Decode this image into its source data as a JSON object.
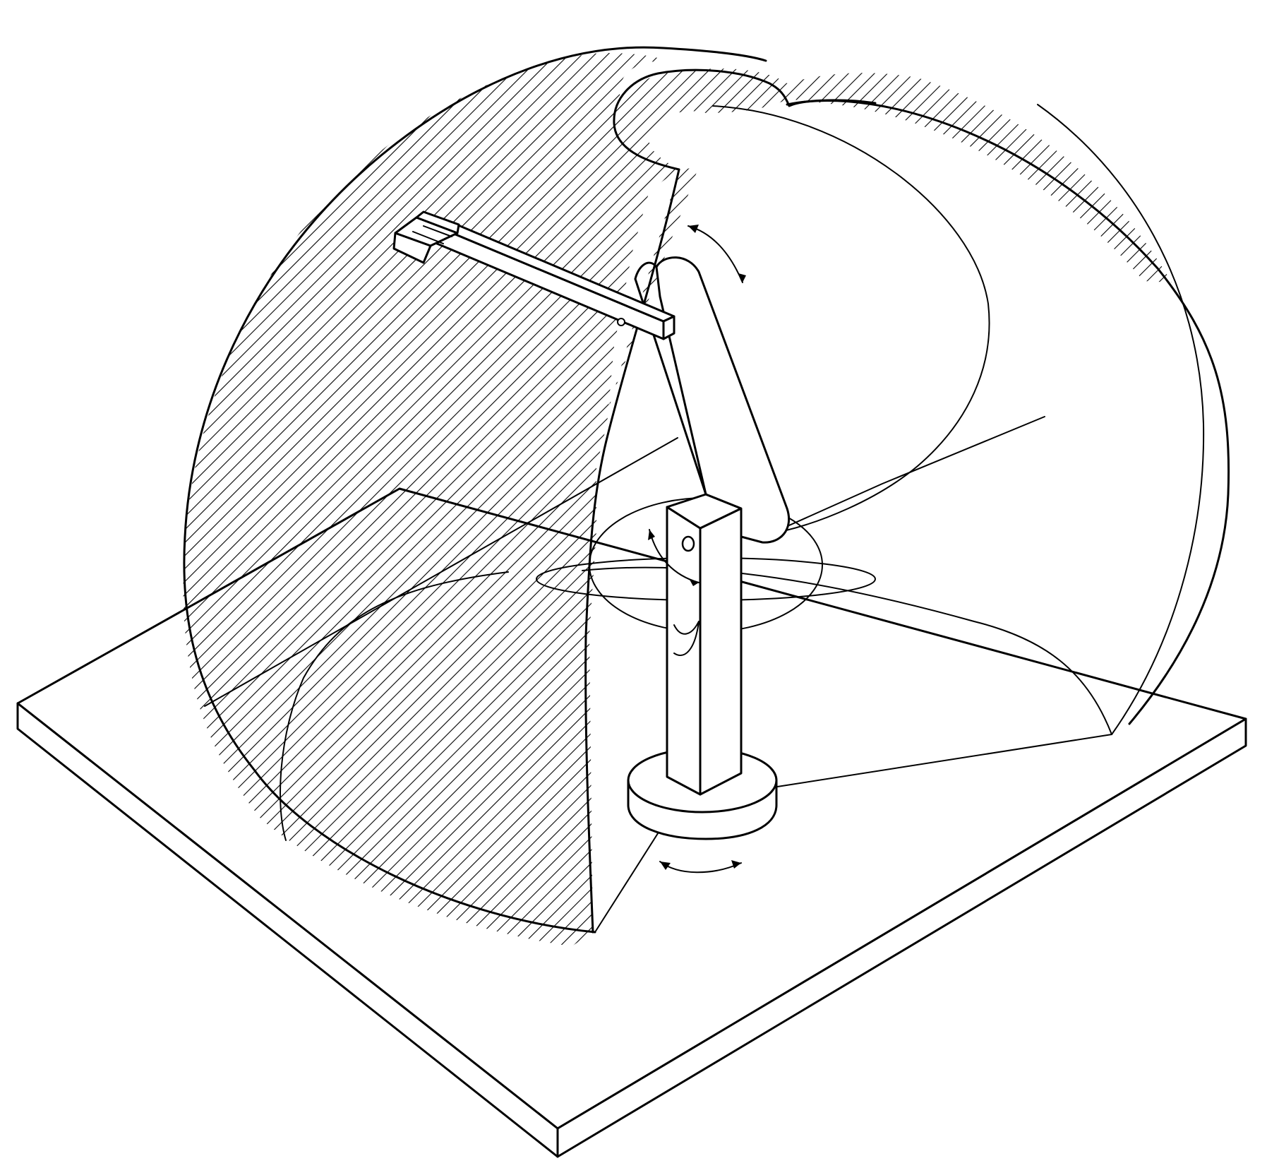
{
  "figure": {
    "background_color": "#ffffff",
    "line_color": "#000000",
    "hatch_color": "#000000",
    "elements": {
      "base_plate": "base-plate",
      "turntable": "turntable",
      "column": "column",
      "upper_arm": "upper-arm",
      "forearm": "forearm",
      "end_effector": "end-effector-icon",
      "work_envelope": "work-envelope",
      "hatched_section": "hatched-section",
      "rotation_arrows": [
        "base-rotation-arrow-icon",
        "shoulder-rotation-arrow-icon",
        "elbow-rotation-arrow-icon"
      ]
    }
  }
}
